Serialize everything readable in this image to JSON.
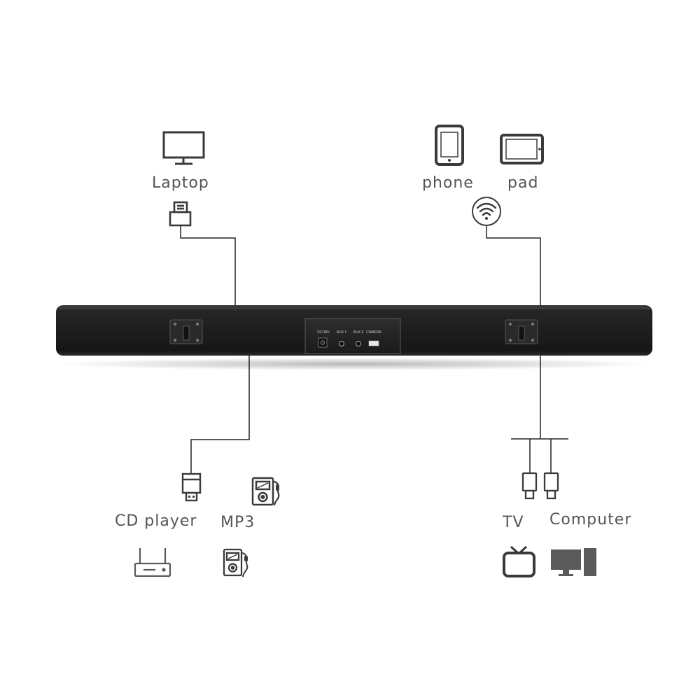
{
  "labels": {
    "laptop": "Laptop",
    "phone": "phone",
    "pad": "pad",
    "cd_player": "CD player",
    "mp3": "MP3",
    "tv": "TV",
    "computer": "Computer"
  },
  "ports": {
    "dc": "DC/18V",
    "aux1": "AUX 1",
    "aux2": "AUX 2",
    "camera": "CAMERA"
  },
  "icons": {
    "laptop": "monitor-icon",
    "hdmi": "hdmi-connector-icon",
    "phone": "smartphone-icon",
    "pad": "tablet-icon",
    "wifi": "wifi-icon",
    "usb": "usb-connector-icon",
    "mp3": "mp3-player-icon",
    "cd": "router-box-icon",
    "tv": "tv-icon",
    "computer": "desktop-computer-icon",
    "aux_plugs": "aux-plug-icon"
  },
  "colors": {
    "icon": "#3a3a3a",
    "label": "#555555",
    "line": "#222222",
    "soundbar": "#1e1e1e"
  }
}
